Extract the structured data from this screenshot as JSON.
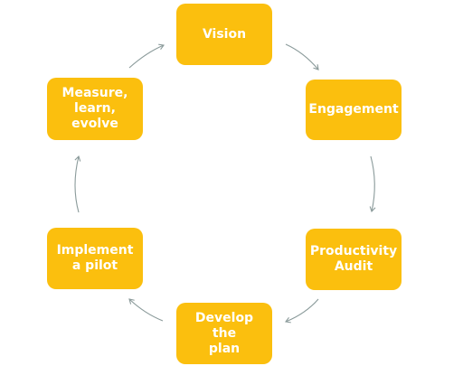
{
  "diagram": {
    "accent_color": "#FBBF0E",
    "text_color": "#ffffff",
    "arrow_color": "#8a9a9a",
    "nodes": [
      {
        "id": "vision",
        "label": "Vision"
      },
      {
        "id": "engagement",
        "label": "Engagement"
      },
      {
        "id": "productivity_audit",
        "label": "Productivity\nAudit"
      },
      {
        "id": "develop_plan",
        "label": "Develop the\nplan"
      },
      {
        "id": "implement_pilot",
        "label": "Implement\na pilot"
      },
      {
        "id": "measure_learn_evolve",
        "label": "Measure,\nlearn,\nevolve"
      }
    ],
    "edges": [
      {
        "from": "vision",
        "to": "engagement"
      },
      {
        "from": "engagement",
        "to": "productivity_audit"
      },
      {
        "from": "productivity_audit",
        "to": "develop_plan"
      },
      {
        "from": "develop_plan",
        "to": "implement_pilot"
      },
      {
        "from": "implement_pilot",
        "to": "measure_learn_evolve"
      },
      {
        "from": "measure_learn_evolve",
        "to": "vision"
      }
    ]
  }
}
